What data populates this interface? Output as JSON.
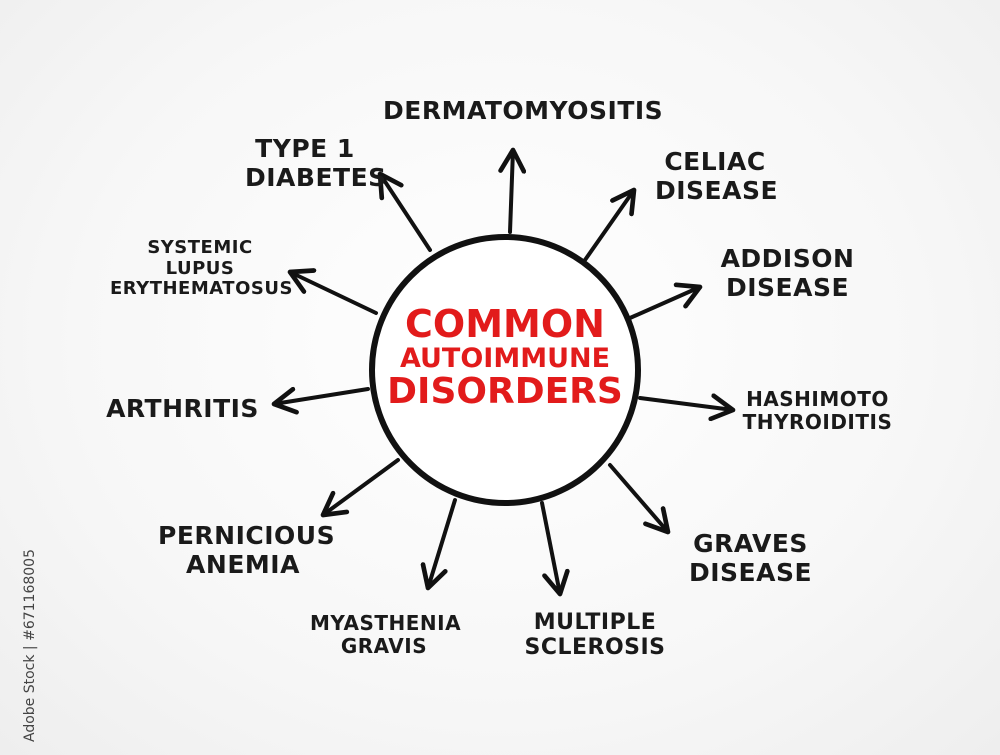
{
  "center": {
    "line1": "COMMON",
    "line2": "AUTOIMMUNE",
    "line3": "DISORDERS",
    "color": "#e21b1b"
  },
  "stroke_color": "#111111",
  "nodes": [
    {
      "id": "dermatomyositis",
      "lines": [
        "DERMATOMYOSITIS"
      ]
    },
    {
      "id": "celiac",
      "lines": [
        "CELIAC",
        "DISEASE"
      ]
    },
    {
      "id": "addison",
      "lines": [
        "ADDISON",
        "DISEASE"
      ]
    },
    {
      "id": "hashimoto",
      "lines": [
        "HASHIMOTO",
        "THYROIDITIS"
      ]
    },
    {
      "id": "graves",
      "lines": [
        "GRAVES",
        "DISEASE"
      ]
    },
    {
      "id": "multiple-sclerosis",
      "lines": [
        "MULTIPLE",
        "SCLEROSIS"
      ]
    },
    {
      "id": "myasthenia",
      "lines": [
        "MYASTHENIA",
        "GRAVIS"
      ]
    },
    {
      "id": "pernicious",
      "lines": [
        "PERNICIOUS",
        "ANEMIA"
      ]
    },
    {
      "id": "arthritis",
      "lines": [
        "ARTHRITIS"
      ]
    },
    {
      "id": "lupus",
      "lines": [
        "SYSTEMIC",
        "LUPUS",
        "ERYTHEMATOSUS"
      ]
    },
    {
      "id": "type1",
      "lines": [
        "TYPE 1",
        "DIABETES"
      ]
    }
  ],
  "stock_id": "Adobe Stock | #671168005"
}
